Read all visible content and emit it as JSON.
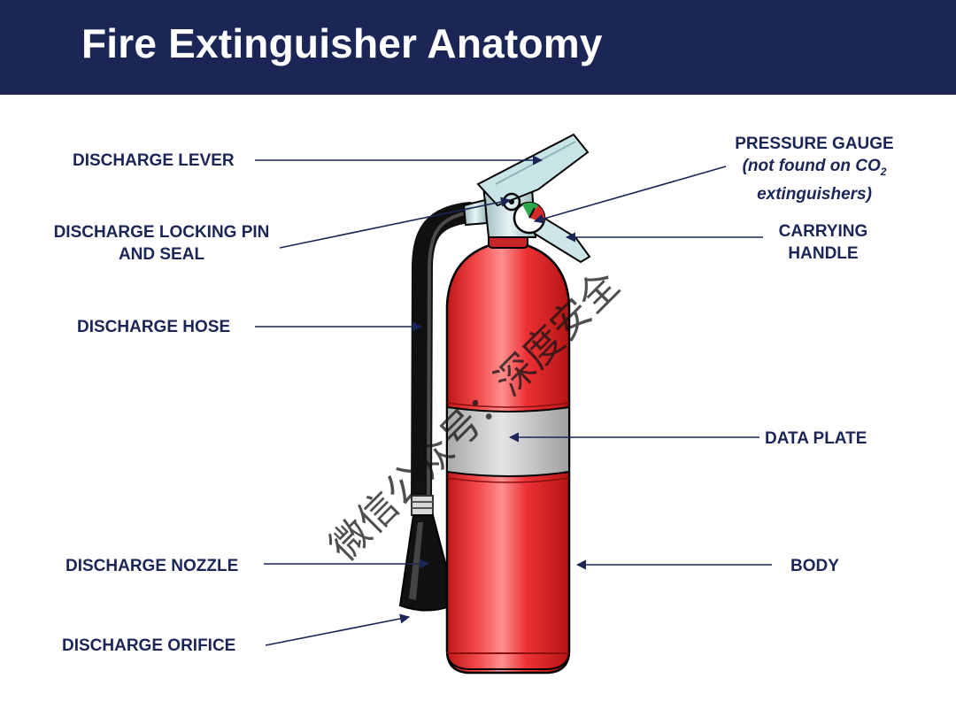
{
  "header": {
    "title": "Fire Extinguisher Anatomy",
    "background": "#1b2556"
  },
  "labels": {
    "discharge_lever": "DISCHARGE LEVER",
    "locking_pin_line1": "DISCHARGE LOCKING PIN",
    "locking_pin_line2": "AND SEAL",
    "discharge_hose": "DISCHARGE HOSE",
    "discharge_nozzle": "DISCHARGE NOZZLE",
    "discharge_orifice": "DISCHARGE ORIFICE",
    "pressure_gauge": "PRESSURE GAUGE",
    "pressure_gauge_note_prefix": "(not found on CO",
    "pressure_gauge_note_sub": "2",
    "pressure_gauge_note_line2": "extinguishers)",
    "carrying_handle_line1": "CARRYING",
    "carrying_handle_line2": "HANDLE",
    "data_plate": "DATA PLATE",
    "body": "BODY"
  },
  "watermark": "微信公众号：深度安全",
  "colors": {
    "label_text": "#1b2556",
    "body_red": "#e3262a",
    "plate_gray": "#c4c4c4",
    "hose_black": "#111111",
    "lever_cyan": "#c8e4e6"
  }
}
